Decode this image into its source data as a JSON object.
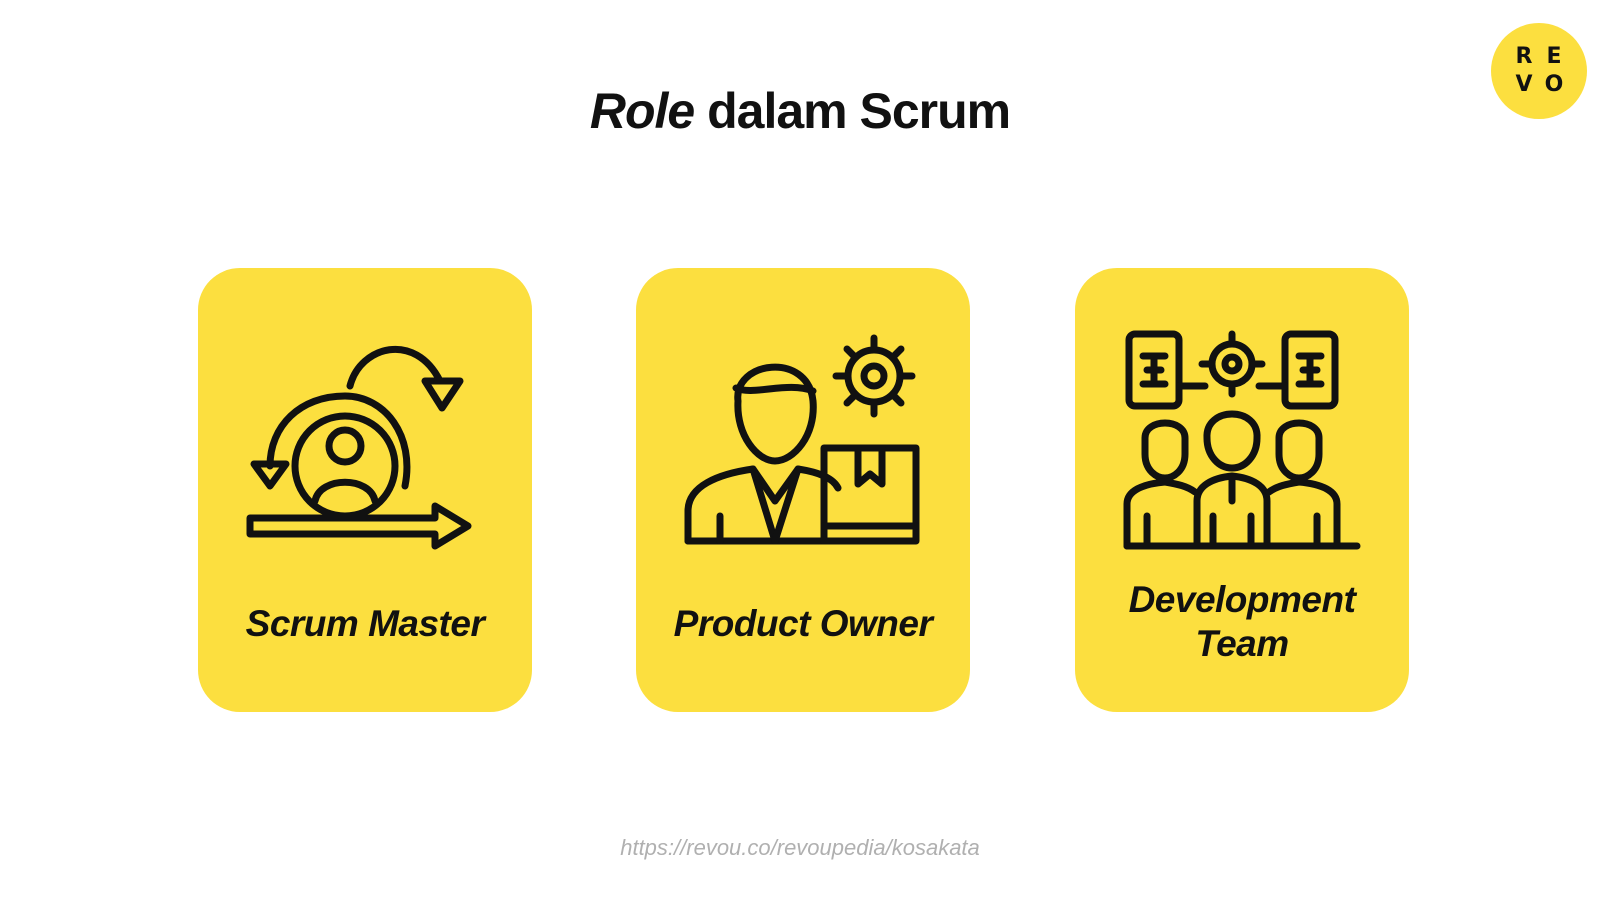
{
  "slide": {
    "title_italic": "Role",
    "title_rest": " dalam Scrum",
    "logo": [
      "R",
      "E",
      "V",
      "O"
    ],
    "cards": [
      {
        "label": "Scrum Master",
        "icon": "scrum-cycle-icon"
      },
      {
        "label": "Product Owner",
        "icon": "product-owner-icon"
      },
      {
        "label": "Development Team",
        "icon": "development-team-icon"
      }
    ],
    "source_url": "https://revou.co/revoupedia/kosakata"
  },
  "colors": {
    "accent": "#fcdf3f",
    "text": "#111111",
    "muted": "#b0b0b0"
  }
}
